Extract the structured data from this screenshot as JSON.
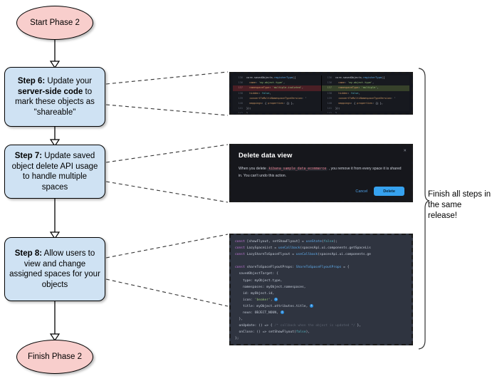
{
  "flow": {
    "start": {
      "label": "Start Phase 2"
    },
    "finish": {
      "label": "Finish Phase 2"
    },
    "steps": [
      {
        "id": "step6",
        "title": "Step 6:",
        "text_before": " Update your ",
        "emphasis": "server-side code",
        "text_after": " to mark these objects as \"shareable\""
      },
      {
        "id": "step7",
        "title": "Step 7:",
        "text_before": " Update saved object delete API usage to handle multiple spaces",
        "emphasis": "",
        "text_after": ""
      },
      {
        "id": "step8",
        "title": "Step 8:",
        "text_before": " Allow users to view and change assigned spaces for your objects",
        "emphasis": "",
        "text_after": ""
      }
    ]
  },
  "annotation": {
    "text": "Finish all steps in the same release!"
  },
  "shot_code_diff": {
    "name": "saved-objects-register-type-diff",
    "left": [
      {
        "num": "136",
        "type": "ctx",
        "text": "core.savedObjects.registerType({"
      },
      {
        "num": "136",
        "type": "ctx",
        "text": "  name: 'my-object-type',"
      },
      {
        "num": "137",
        "type": "del",
        "text": "  namespaceType: 'multiple-isolated',"
      },
      {
        "num": "138",
        "type": "ctx",
        "text": "  hidden: false,"
      },
      {
        "num": "139",
        "type": "ctx",
        "text": "  convertToMultiNamespaceTypeVersion: '"
      },
      {
        "num": "140",
        "type": "ctx",
        "text": "  mappings: { properties: {} },"
      },
      {
        "num": "141",
        "type": "ctx",
        "text": "});"
      },
      {
        "num": "142",
        "type": "ctx",
        "text": "}"
      }
    ],
    "right": [
      {
        "num": "136",
        "type": "ctx",
        "text": "core.savedObjects.registerType({"
      },
      {
        "num": "136",
        "type": "ctx",
        "text": "  name: 'my-object-type',"
      },
      {
        "num": "137",
        "type": "add",
        "text": "  namespaceType: 'multiple',"
      },
      {
        "num": "138",
        "type": "ctx",
        "text": "  hidden: false,"
      },
      {
        "num": "139",
        "type": "ctx",
        "text": "  convertToMultiNamespaceTypeVersion: '"
      },
      {
        "num": "140",
        "type": "ctx",
        "text": "  mappings: { properties: {} },"
      },
      {
        "num": "141",
        "type": "ctx",
        "text": "});"
      },
      {
        "num": "142",
        "type": "ctx",
        "text": "}"
      }
    ]
  },
  "shot_modal": {
    "title": "Delete data view",
    "close_icon": "close-icon",
    "body_before": "When you delete ",
    "body_code": "kibana_sample_data_ecommerce",
    "body_after": " , you remove it from every space it is shared in. You can't undo this action.",
    "cancel_label": "Cancel",
    "delete_label": "Delete"
  },
  "shot_code_flyout": {
    "lines": [
      "const [showFlyout, setShowFlyout] = useState(false);",
      "const LazySpaceList = useCallback(spacesApi.ui.components.getSpaceLis",
      "const LazyShareToSpaceFlyout = useCallback(spacesApi.ui.components.ge",
      "",
      "const shareToSpaceFlyoutProps: ShareToSpaceFlyoutProps = {",
      "  savedObjectTarget: {",
      "    type: myObject.type,",
      "    namespaces: myObject.namespaces,",
      "    id: myObject.id,",
      "    icon: 'beaker',",
      "    title: myObject.attributes.title,",
      "    noun: OBJECT_NOUN,",
      "  },",
      "  onUpdate: () => { /* callback when the object is updated */ },",
      "  onClose: () => setShowFlyout(false),",
      "};"
    ],
    "badge_label": "i"
  },
  "colors": {
    "terminator_fill": "#f8cecc",
    "process_fill": "#cfe2f3",
    "stroke": "#000000",
    "accent_blue": "#36a2ef"
  }
}
